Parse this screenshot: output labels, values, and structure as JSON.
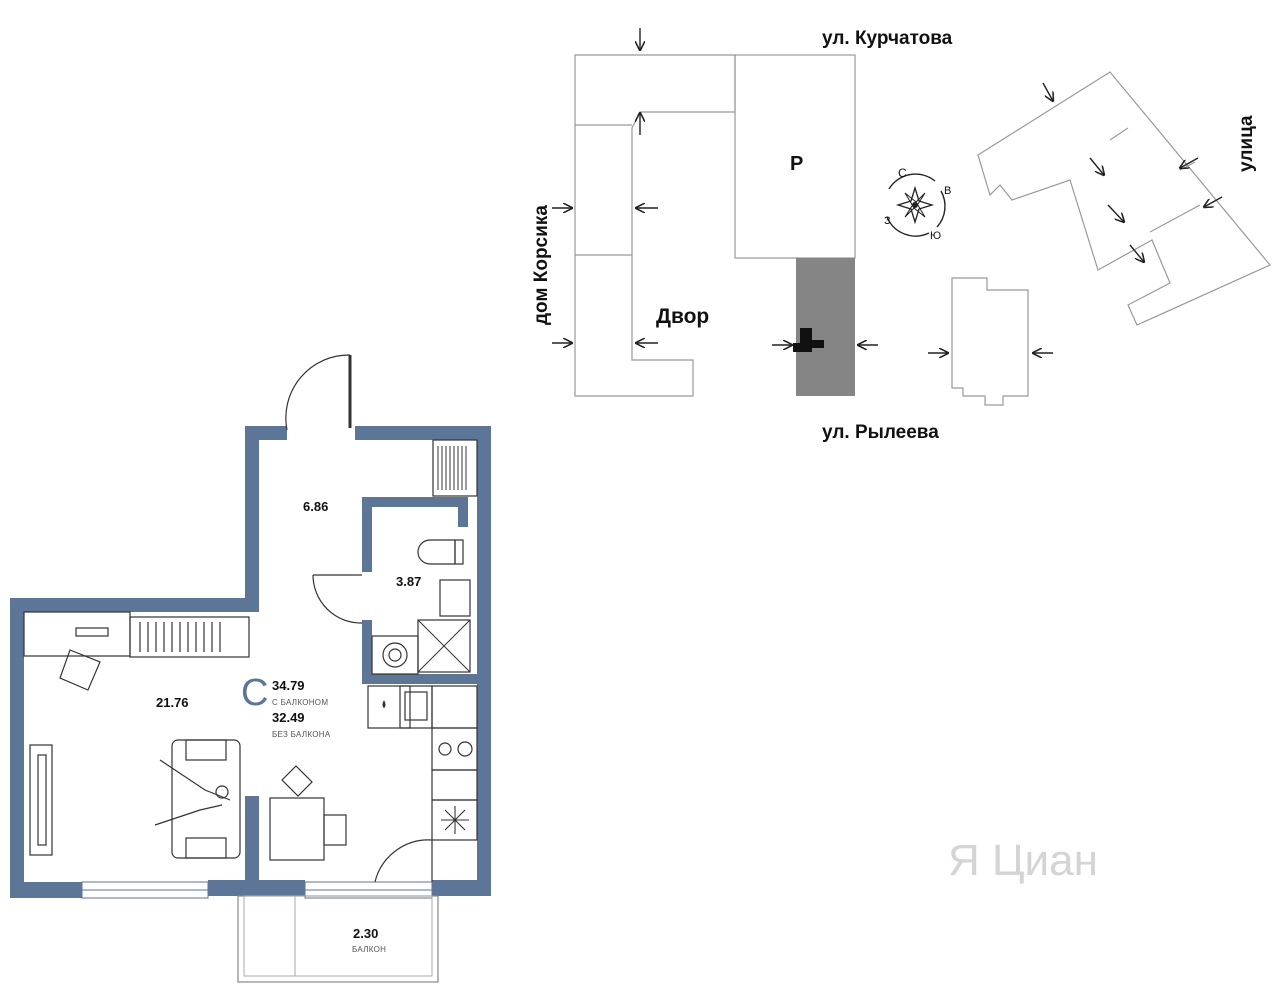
{
  "site_plan": {
    "streets": {
      "top": "ул. Курчатова",
      "bottom": "ул. Рылеева",
      "left": "дом Корсика",
      "right": "улица"
    },
    "yard_label": "Двор",
    "parking_label": "P",
    "compass": {
      "n": "С",
      "e": "В",
      "s": "Ю",
      "w": "З"
    }
  },
  "apartment": {
    "unit_letter": "С",
    "total_area": "34.79",
    "total_area_caption": "С БАЛКОНОМ",
    "area_without_balcony": "32.49",
    "area_without_balcony_caption": "БЕЗ БАЛКОНА",
    "rooms": {
      "hall": "6.86",
      "bathroom": "3.87",
      "living": "21.76",
      "balcony": "2.30",
      "balcony_caption": "БАЛКОН"
    }
  },
  "watermark": "Циан",
  "colors": {
    "wall": "#5d7597",
    "building_fill": "#858585"
  }
}
